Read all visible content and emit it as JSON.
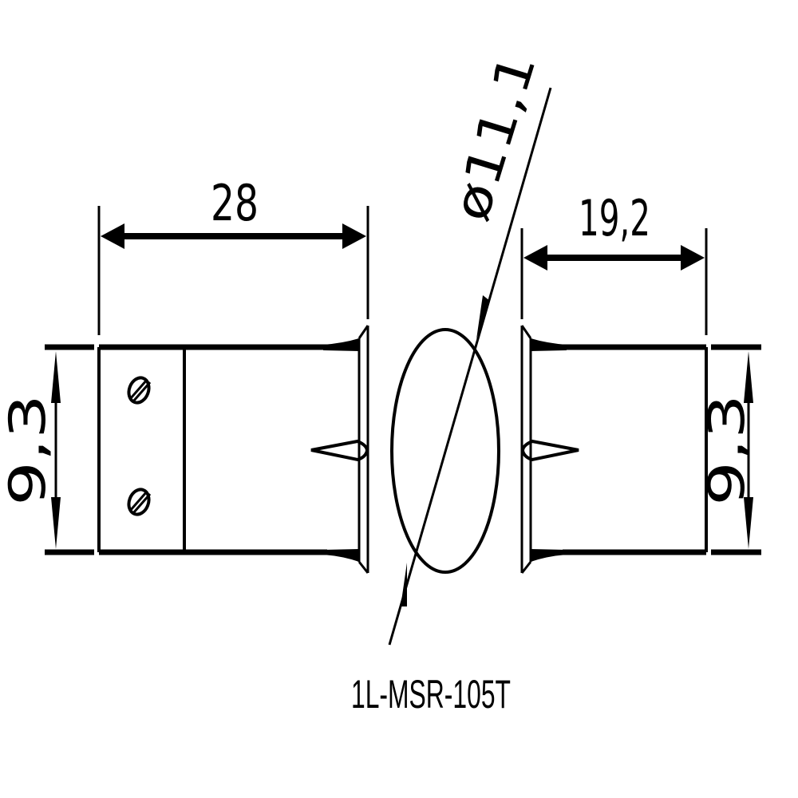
{
  "drawing": {
    "part_number": "1L-MSR-105T",
    "line_color": "#000000",
    "background_color": "#ffffff",
    "dimensions": {
      "left_length": "28",
      "right_length": "19,2",
      "left_height": "9,3",
      "right_height": "9,3",
      "magnet_diameter": "ø11,1"
    },
    "components": [
      {
        "name": "switch-body",
        "description": "Left cylindrical body with two slotted screws and flange"
      },
      {
        "name": "magnet-body",
        "description": "Right cylindrical body with flange"
      },
      {
        "name": "magnet-circle",
        "description": "Circular end view between the two bodies"
      }
    ]
  }
}
